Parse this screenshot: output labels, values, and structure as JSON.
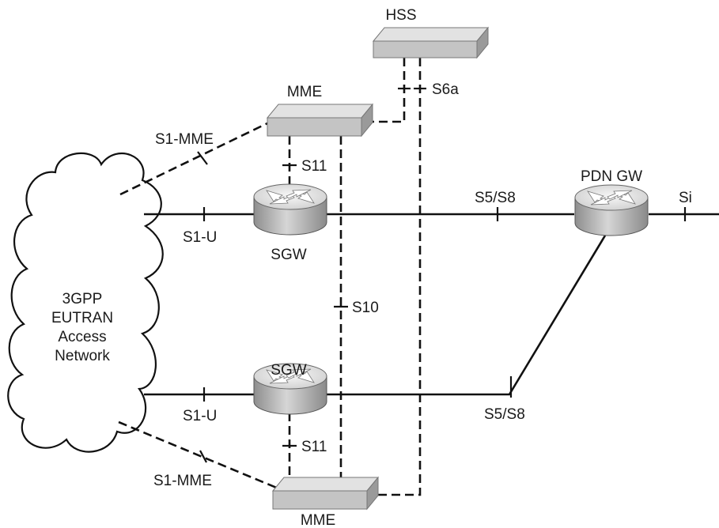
{
  "cloud": {
    "lines": [
      "3GPP",
      "EUTRAN",
      "Access",
      "Network"
    ]
  },
  "nodes": {
    "hss": "HSS",
    "mme_top": "MME",
    "mme_bottom": "MME",
    "sgw_top": "SGW",
    "sgw_bottom": "SGW",
    "pdn_gw": "PDN GW"
  },
  "interfaces": {
    "s6a": "S6a",
    "s1_mme_top": "S1-MME",
    "s11_top": "S11",
    "s1_u_top": "S1-U",
    "s5_s8_top": "S5/S8",
    "si": "Si",
    "s10": "S10",
    "s1_u_bottom": "S1-U",
    "s5_s8_bottom": "S5/S8",
    "s11_bottom": "S11",
    "s1_mme_bottom": "S1-MME"
  },
  "colors": {
    "line": "#111111",
    "box_top": "#e2e2e2",
    "box_front": "#c4c4c4",
    "box_side": "#9a9a9a",
    "router_top": "#eeeeee",
    "router_side": "#a6a6a6",
    "cloud_fill": "#ffffff"
  }
}
